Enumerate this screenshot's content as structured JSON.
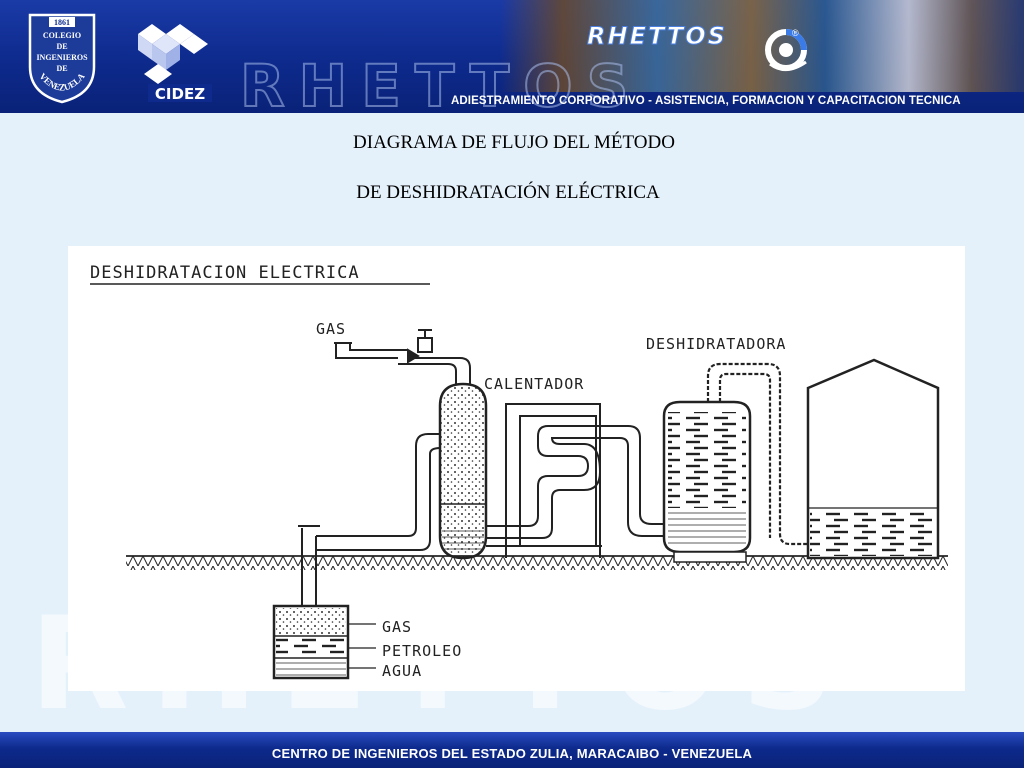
{
  "header": {
    "seal": {
      "line1": "1861",
      "line2": "COLEGIO",
      "line3": "DE",
      "line4": "INGENIEROS",
      "line5": "DE",
      "line6": "VENEZUELA"
    },
    "cidez_label": "CIDEZ",
    "wordmark": "RHETTOS",
    "logo_text": "RHETTOS",
    "registered": "®",
    "tagline": "ADIESTRAMIENTO CORPORATIVO - ASISTENCIA, FORMACION  Y CAPACITACION TECNICA"
  },
  "title": {
    "line1": "DIAGRAMA DE FLUJO DEL MÉTODO",
    "line2": "DE DESHIDRATACIÓN ELÉCTRICA"
  },
  "diagram": {
    "heading": "DESHIDRATACION ELECTRICA",
    "gas_label": "GAS",
    "heater_label": "CALENTADOR",
    "dehydrator_label": "DESHIDRATADORA",
    "well_legend": [
      "GAS",
      "PETROLEO",
      "AGUA"
    ]
  },
  "footer": {
    "text": "CENTRO DE INGENIEROS DEL ESTADO ZULIA, MARACAIBO - VENEZUELA"
  },
  "colors": {
    "header_blue": "#0d2a8c",
    "background": "#e4f1fb",
    "ink": "#222222"
  }
}
